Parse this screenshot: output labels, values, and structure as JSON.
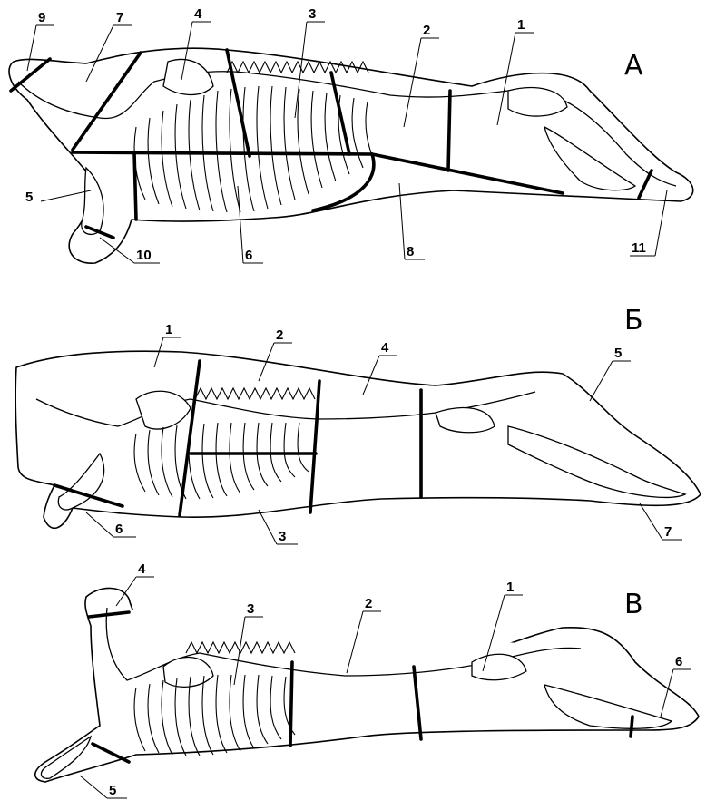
{
  "panels": [
    {
      "letter": "А",
      "labels": [
        "9",
        "7",
        "4",
        "3",
        "2",
        "1",
        "5",
        "6",
        "10",
        "8",
        "11"
      ]
    },
    {
      "letter": "Б",
      "labels": [
        "1",
        "2",
        "4",
        "5",
        "6",
        "3",
        "7"
      ]
    },
    {
      "letter": "В",
      "labels": [
        "4",
        "3",
        "2",
        "1",
        "6",
        "5"
      ]
    }
  ]
}
